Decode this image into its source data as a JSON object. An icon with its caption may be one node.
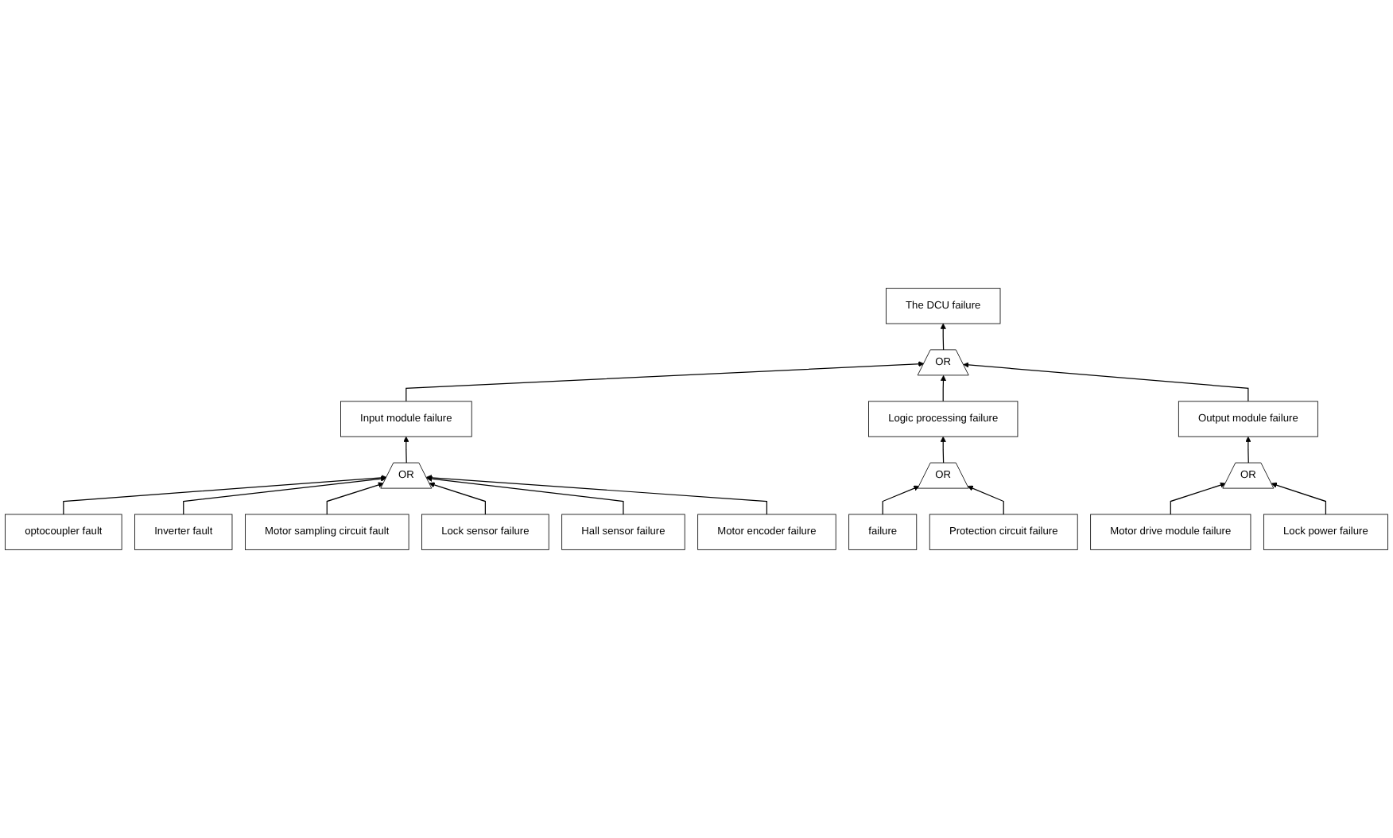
{
  "diagram": {
    "nodes": [
      {
        "text": [
          "The DCU failure"
        ]
      },
      {
        "text": [
          "OR"
        ]
      },
      {
        "text": [
          "Input module failure"
        ]
      },
      {
        "text": [
          "Logic processing failure"
        ]
      },
      {
        "text": [
          "Output module failure"
        ]
      },
      {
        "text": [
          "OR"
        ]
      },
      {
        "text": [
          "OR"
        ]
      },
      {
        "text": [
          "OR"
        ]
      },
      {
        "text": [
          "failure"
        ]
      },
      {
        "text": [
          "Protection circuit failure"
        ]
      },
      {
        "text": [
          "Motor drive module failure"
        ]
      },
      {
        "text": [
          "Lock power failure"
        ]
      },
      {
        "text": [
          "optocoupler fault"
        ]
      },
      {
        "text": [
          "Inverter fault"
        ]
      },
      {
        "text": [
          "Motor sampling circuit fault"
        ]
      },
      {
        "text": [
          "Lock sensor failure"
        ]
      },
      {
        "text": [
          "Hall sensor failure"
        ]
      },
      {
        "text": [
          "Motor encoder failure"
        ]
      }
    ],
    "edges": [
      {
        "from": 1,
        "to": 0,
        "arrow": "to"
      },
      {
        "from": 2,
        "to": 1,
        "arrow": "to"
      },
      {
        "from": 3,
        "to": 1,
        "arrow": "to"
      },
      {
        "from": 4,
        "to": 1,
        "arrow": "to"
      },
      {
        "from": 5,
        "to": 2,
        "arrow": "to"
      },
      {
        "from": 6,
        "to": 3,
        "arrow": "to"
      },
      {
        "from": 7,
        "to": 4,
        "arrow": "to"
      },
      {
        "from": 8,
        "to": 6,
        "arrow": "to"
      },
      {
        "from": 9,
        "to": 6,
        "arrow": "to"
      },
      {
        "from": 10,
        "to": 7,
        "arrow": "to"
      },
      {
        "from": 11,
        "to": 7,
        "arrow": "to"
      },
      {
        "from": 12,
        "to": 5,
        "arrow": "to"
      },
      {
        "from": 13,
        "to": 5,
        "arrow": "to"
      },
      {
        "from": 14,
        "to": 5,
        "arrow": "to"
      },
      {
        "from": 15,
        "to": 5,
        "arrow": "to"
      },
      {
        "from": 16,
        "to": 5,
        "arrow": "to"
      },
      {
        "from": 17,
        "to": 5,
        "arrow": "to"
      }
    ]
  }
}
